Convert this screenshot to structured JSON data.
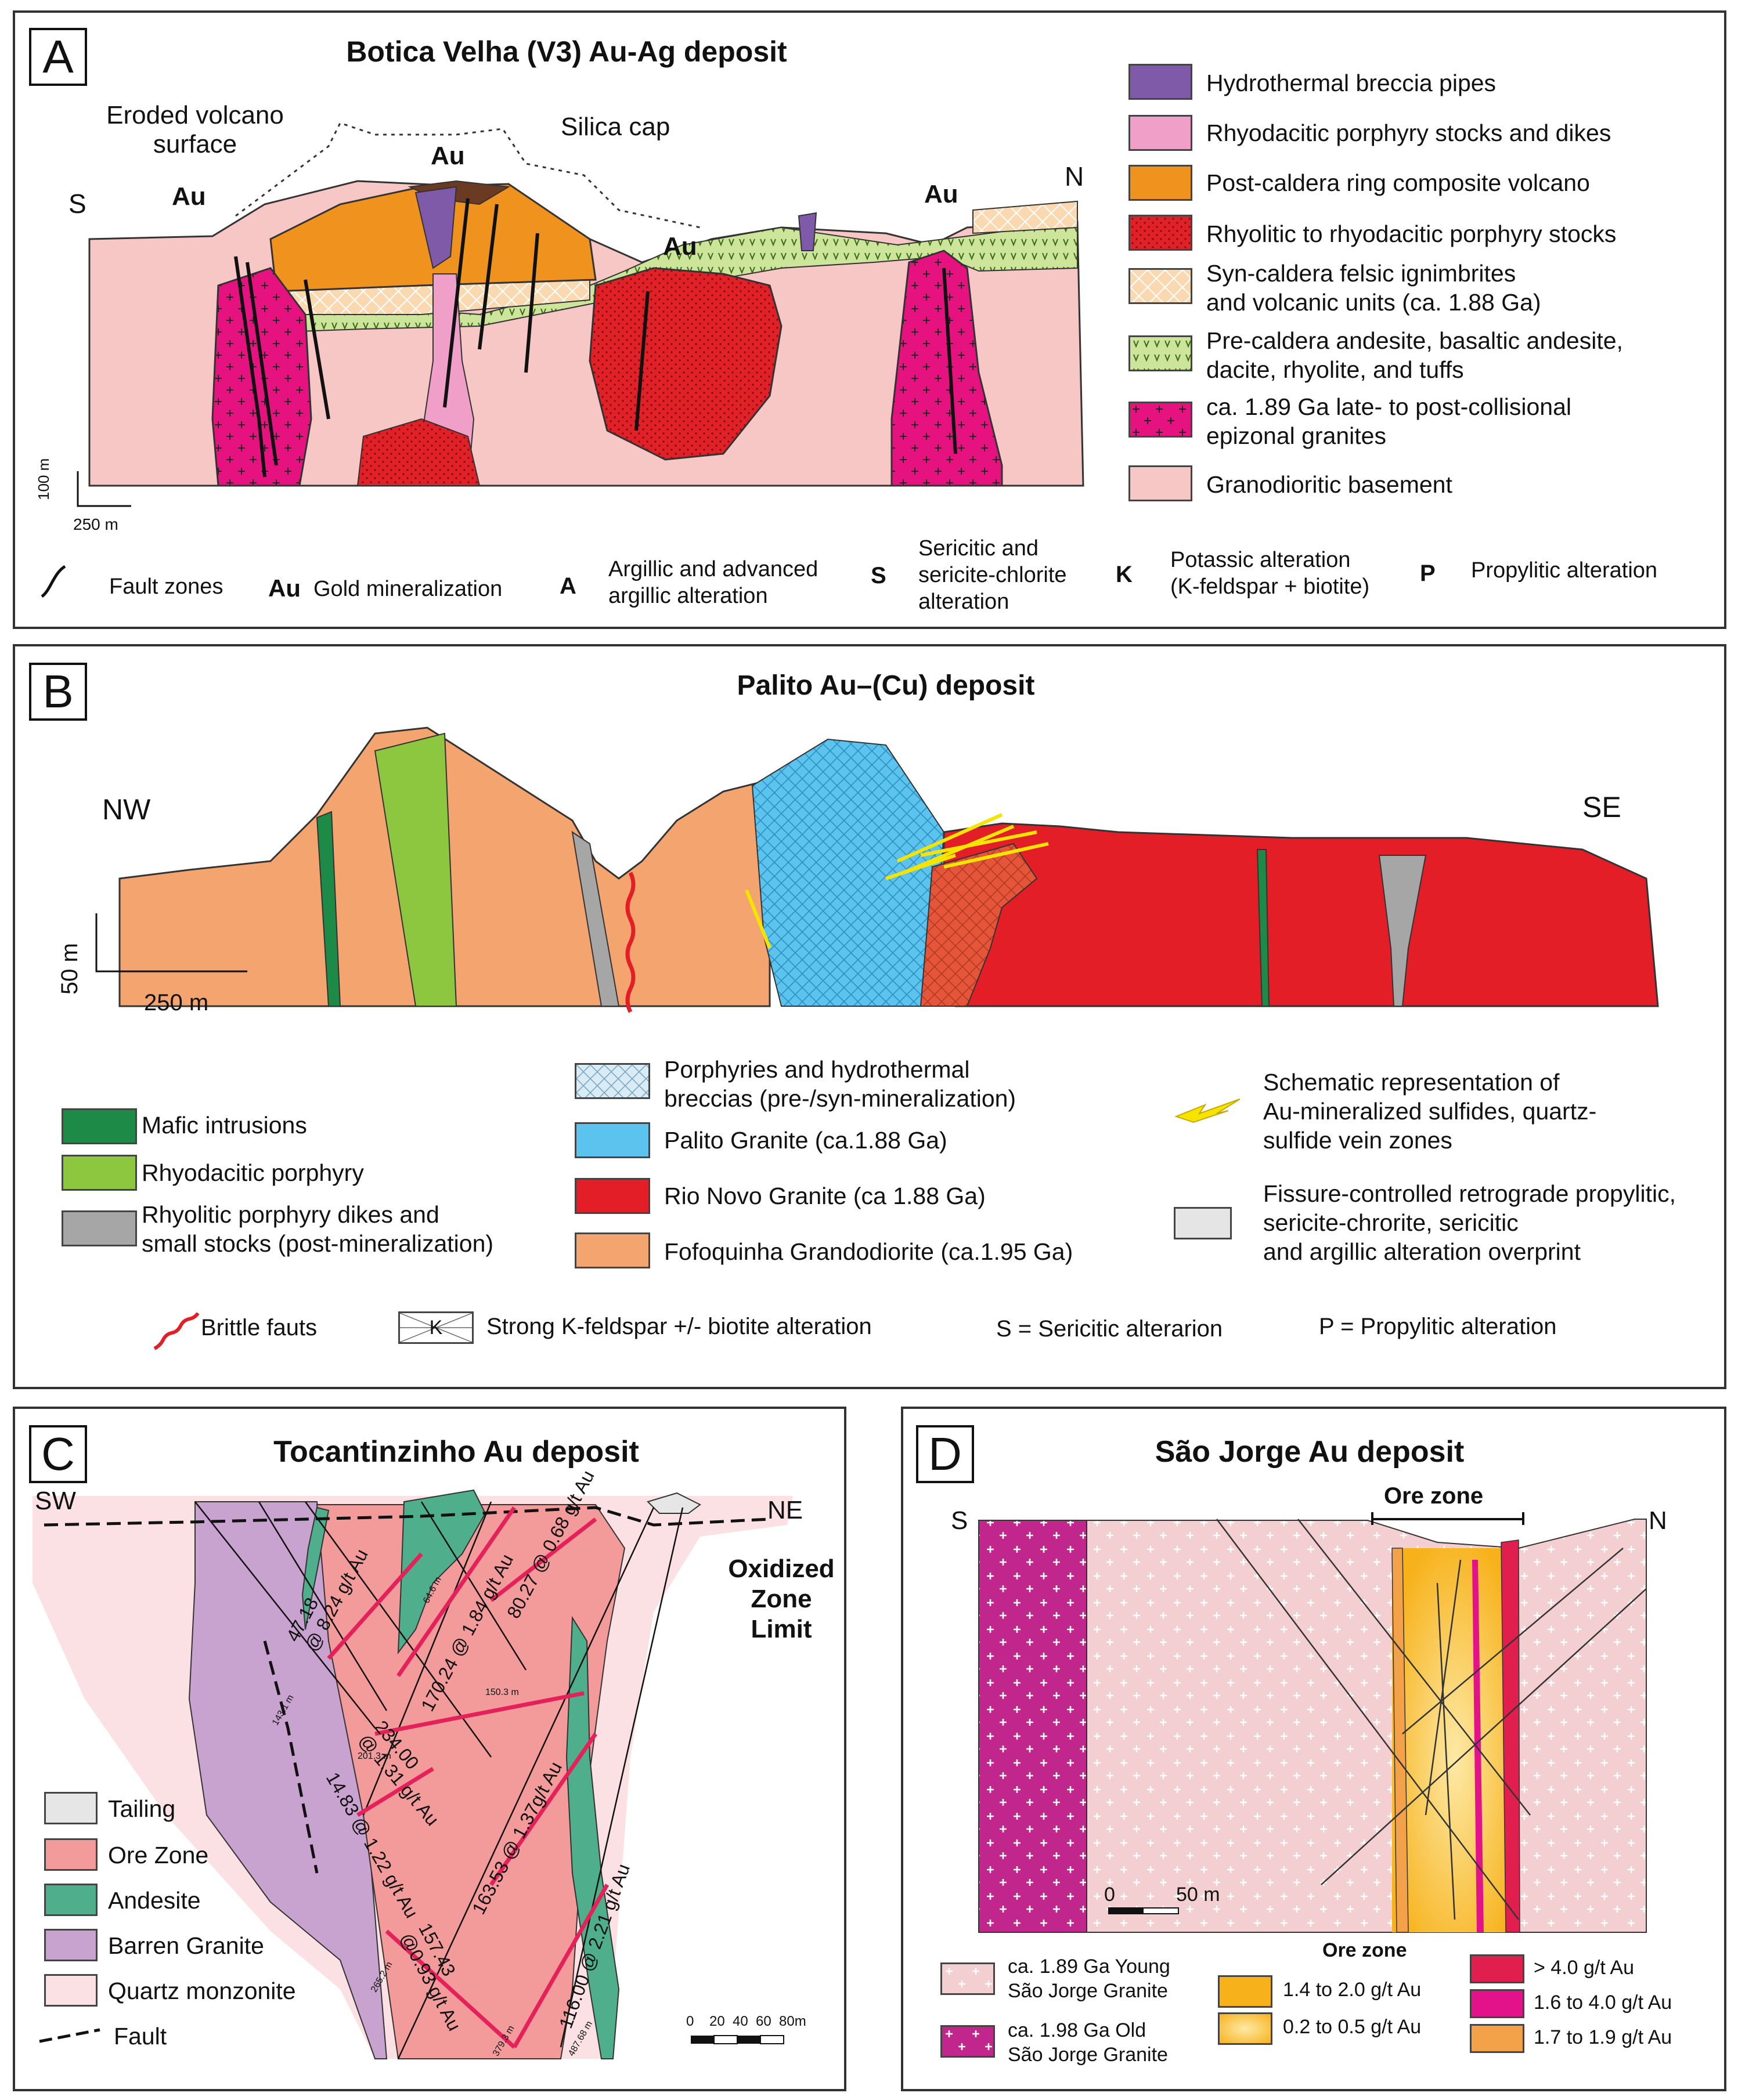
{
  "colors": {
    "breccia_pipes": "#7f5aa8",
    "rhyodacitic_stocks": "#f0a0c8",
    "ring_volcano": "#f0931e",
    "rhyolitic_stocks": "#e02128",
    "syn_caldera": "#fbd9b0",
    "pre_caldera": "#cde59a",
    "epizonal_granites": "#e6127f",
    "granodioritic_basement": "#f6c7c4",
    "mafic": "#1e8a47",
    "rhyodacitic_porphyry": "#8dc63f",
    "rhyolitic_dikes": "#a6a6a6",
    "porphyries_breccias": "#d9ecf5",
    "palito_granite": "#5bc3ee",
    "rio_novo": "#e41e26",
    "fofoquinha": "#f4a46f",
    "overprint": "#e5e5e5",
    "tailing": "#e6e6e6",
    "ore_zone": "#f39b9b",
    "andesite": "#4fae8c",
    "barren_granite": "#c9a3cf",
    "quartz_monzonite": "#fbe1e4",
    "young_sj": "#f4cfd1",
    "old_sj": "#c0268c",
    "grade_14_20": "#f7b21b",
    "grade_02_05": "#fde9a6",
    "grade_gt4": "#e11f4f",
    "grade_16_40": "#e3128a",
    "grade_17_19": "#f3a24a",
    "red_line": "#e5215a"
  },
  "panelA": {
    "label": "A",
    "title": "Botica Velha (V3) Au-Ag deposit",
    "annotations": {
      "eroded": "Eroded volcano\nsurface",
      "silica_cap": "Silica cap",
      "s": "S",
      "n": "N",
      "au": "Au"
    },
    "scale_v": "100 m",
    "scale_h": "250 m",
    "legend": [
      {
        "label": "Hydrothermal breccia pipes"
      },
      {
        "label": "Rhyodacitic porphyry stocks and dikes"
      },
      {
        "label": "Post-caldera ring composite volcano"
      },
      {
        "label": "Rhyolitic to rhyodacitic porphyry stocks"
      },
      {
        "label": "Syn-caldera felsic ignimbrites\nand volcanic units (ca. 1.88 Ga)"
      },
      {
        "label": "Pre-caldera andesite, basaltic andesite,\ndacite, rhyolite, and tuffs"
      },
      {
        "label": "ca. 1.89 Ga late- to post-collisional\nepizonal granites"
      },
      {
        "label": "Granodioritic basement"
      }
    ],
    "bottom_legend": {
      "fault": "Fault zones",
      "au_sym": "Au",
      "au": "Gold mineralization",
      "a_sym": "A",
      "a": "Argillic and advanced\nargillic alteration",
      "s_sym": "S",
      "s": "Sericitic and\nsericite-chlorite\nalteration",
      "k_sym": "K",
      "k": "Potassic   alteration\n(K-feldspar + biotite)",
      "p_sym": "P",
      "p": "Propylitic alteration"
    }
  },
  "panelB": {
    "label": "B",
    "title": "Palito Au–(Cu) deposit",
    "nw": "NW",
    "se": "SE",
    "scale_v": "50 m",
    "scale_h": "250 m",
    "legend_left": [
      {
        "label": "Mafic intrusions"
      },
      {
        "label": "Rhyodacitic porphyry"
      },
      {
        "label": "Rhyolitic porphyry dikes and\nsmall stocks (post-mineralization)"
      }
    ],
    "legend_mid": [
      {
        "label": "Porphyries and hydrothermal\nbreccias (pre-/syn-mineralization)"
      },
      {
        "label": "Palito Granite (ca.1.88 Ga)"
      },
      {
        "label": "Rio Novo Granite (ca 1.88 Ga)"
      },
      {
        "label": "Fofoquinha Grandodiorite (ca.1.95 Ga)"
      }
    ],
    "legend_right": [
      {
        "label": "Schematic representation of\nAu-mineralized sulfides, quartz-\nsulfide vein zones"
      },
      {
        "label": "Fissure-controlled retrograde propylitic,\nsericite-chrorite, sericitic\nand argillic alteration overprint"
      }
    ],
    "bottom": {
      "brittle": "Brittle fauts",
      "kspar_sym": "K",
      "kspar": "Strong K-feldspar +/- biotite alteration",
      "ser": "S = Sericitic alterarion",
      "prop": "P = Propylitic alteration"
    }
  },
  "panelC": {
    "label": "C",
    "title": "Tocantinzinho Au deposit",
    "sw": "SW",
    "ne": "NE",
    "oxidized": "Oxidized\nZone Limit",
    "drill": [
      "47.18\n@ 8.24 g/t Au",
      "170.24 @ 1.84 g/t Au",
      "80.27 @ 0.68 g/t Au",
      "234.00\n@ 1.31 g/t Au",
      "14.83 @ 1.22 g/t Au",
      "163.53 @ 1.37g/t Au",
      "157.43\n@0.93 g/t Au",
      "116.00 @ 2.21 g/t Au"
    ],
    "depths": [
      "64.6 m",
      "150.3 m",
      "201.3 m",
      "143.1 m",
      "265.2 m",
      "379.3 m",
      "487.68 m"
    ],
    "legend": [
      {
        "label": "Tailing"
      },
      {
        "label": "Ore Zone"
      },
      {
        "label": "Andesite"
      },
      {
        "label": "Barren Granite"
      },
      {
        "label": "Quartz monzonite"
      }
    ],
    "fault": "Fault",
    "scale": [
      "0",
      "20",
      "40",
      "60",
      "80m"
    ]
  },
  "panelD": {
    "label": "D",
    "title": "São Jorge Au deposit",
    "s": "S",
    "n": "N",
    "ore_zone": "Ore zone",
    "scale0": "0",
    "scale50": "50 m",
    "legend_title": "Ore zone",
    "young": "ca. 1.89 Ga Young\nSão Jorge Granite",
    "old": "ca. 1.98 Ga Old\nSão Jorge Granite",
    "grades_mid": [
      "1.4 to 2.0 g/t Au",
      "0.2 to 0.5 g/t Au"
    ],
    "grades_right": [
      "> 4.0 g/t Au",
      "1.6 to 4.0 g/t Au",
      "1.7 to 1.9 g/t Au"
    ]
  }
}
